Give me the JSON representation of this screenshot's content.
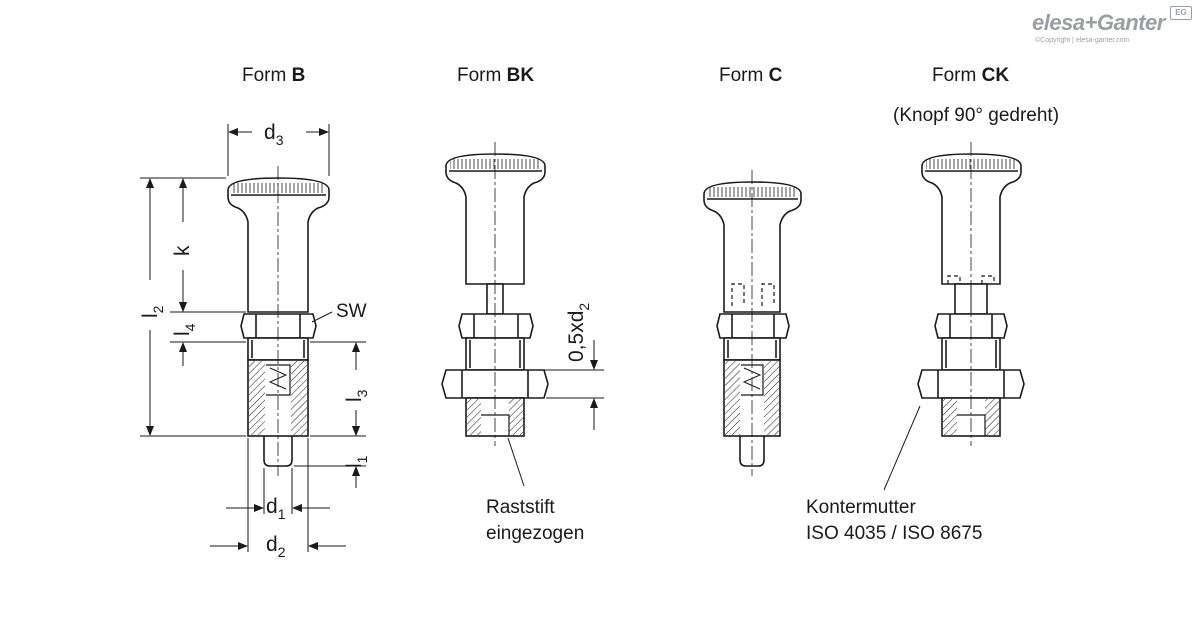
{
  "logo": {
    "brand": "elesa+Ganter",
    "copyright": "©Copyright | elesa-ganter.com",
    "badge": "EG"
  },
  "forms": {
    "b_prefix": "Form ",
    "b_bold": "B",
    "bk_prefix": "Form ",
    "bk_bold": "BK",
    "c_prefix": "Form ",
    "c_bold": "C",
    "ck_prefix": "Form ",
    "ck_bold": "CK",
    "ck_note": "(Knopf 90° gedreht)"
  },
  "dimensions": {
    "d3": {
      "main": "d",
      "sub": "3"
    },
    "k": {
      "main": "k"
    },
    "l2": {
      "main": "l",
      "sub": "2"
    },
    "l4": {
      "main": "l",
      "sub": "4"
    },
    "sw": "SW",
    "l3": {
      "main": "l",
      "sub": "3"
    },
    "l1": {
      "main": "l",
      "sub": "1"
    },
    "d1": {
      "main": "d",
      "sub": "1"
    },
    "d2": {
      "main": "d",
      "sub": "2"
    },
    "half_d2": {
      "main": "0,5xd",
      "sub": "2"
    }
  },
  "annotations": {
    "raststift_line1": "Raststift",
    "raststift_line2": "eingezogen",
    "kontermutter_line1": "Kontermutter",
    "kontermutter_line2": "ISO 4035 / ISO 8675"
  }
}
